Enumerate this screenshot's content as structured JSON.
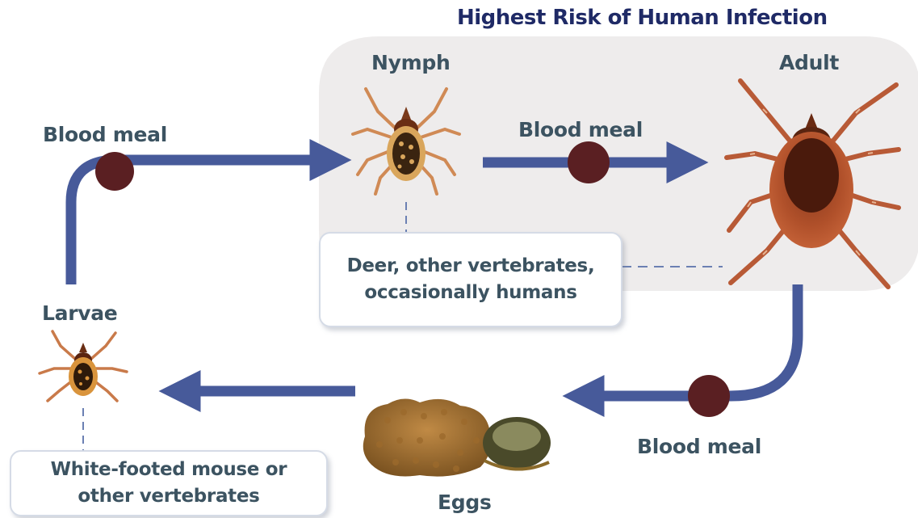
{
  "title": "Highest Risk of Human Infection",
  "stages": {
    "nymph": "Nymph",
    "adult": "Adult",
    "larvae": "Larvae",
    "eggs": "Eggs"
  },
  "blood_meal_labels": {
    "larvae_to_nymph": "Blood meal",
    "nymph_to_adult": "Blood meal",
    "adult_to_eggs": "Blood meal"
  },
  "hosts": {
    "nymph_adult": {
      "line1": "Deer, other vertebrates,",
      "line2": "occasionally humans"
    },
    "larvae": {
      "line1": "White-footed mouse or",
      "line2": "other vertebrates"
    }
  },
  "colors": {
    "arrow": "#475a9a",
    "blood_meal_dot": "#5a1f22",
    "risk_zone": "#eeecec",
    "title": "#1f2a66",
    "label": "#3c5361",
    "tick_body": "#b5562f",
    "tick_legs": "#c97a4a"
  }
}
